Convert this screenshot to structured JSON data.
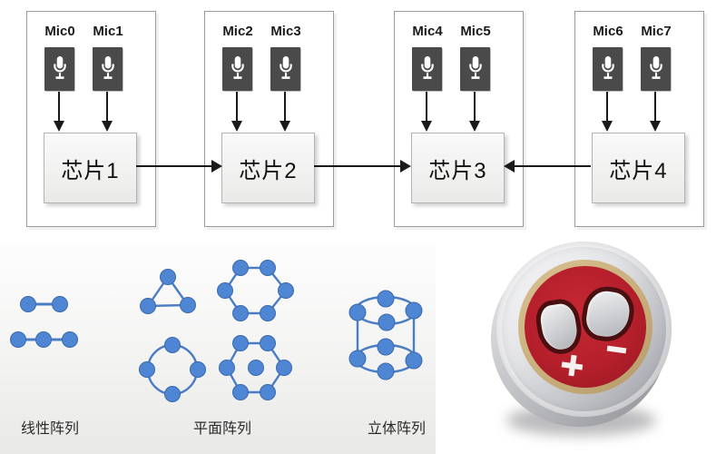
{
  "diagram": {
    "groups": [
      {
        "mics": [
          "Mic0",
          "Mic1"
        ],
        "chip": "芯片1"
      },
      {
        "mics": [
          "Mic2",
          "Mic3"
        ],
        "chip": "芯片2"
      },
      {
        "mics": [
          "Mic4",
          "Mic5"
        ],
        "chip": "芯片3"
      },
      {
        "mics": [
          "Mic6",
          "Mic7"
        ],
        "chip": "芯片4"
      }
    ],
    "connections": [
      {
        "from": "芯片1",
        "to": "芯片2",
        "direction": "right"
      },
      {
        "from": "芯片2",
        "to": "芯片3",
        "direction": "right"
      },
      {
        "from": "芯片4",
        "to": "芯片3",
        "direction": "left"
      }
    ],
    "mic_icon": "microphone-icon"
  },
  "arrays": {
    "linear_label": "线性阵列",
    "planar_label": "平面阵列",
    "solid_label": "立体阵列",
    "shapes": {
      "linear": [
        "2-dot line",
        "3-dot line"
      ],
      "planar": [
        "triangle-3",
        "circle-4",
        "hexagon-6",
        "hexagon-6-plus-center"
      ],
      "solid": [
        "cylinder-8"
      ]
    }
  },
  "photo": {
    "description": "electret microphone capsule back side",
    "plus_symbol": "+",
    "minus_symbol": "−"
  },
  "colors": {
    "dot_blue": "#4e86d3",
    "dot_stroke": "#3a69ae",
    "line_blue": "#4a7dc4",
    "mic_block": "#4a4a4b",
    "capsule_red": "#b51f2b",
    "capsule_tan": "#c7ac79",
    "capsule_metal": "#c3c4c8",
    "arrow_black": "#1a1a1a"
  }
}
